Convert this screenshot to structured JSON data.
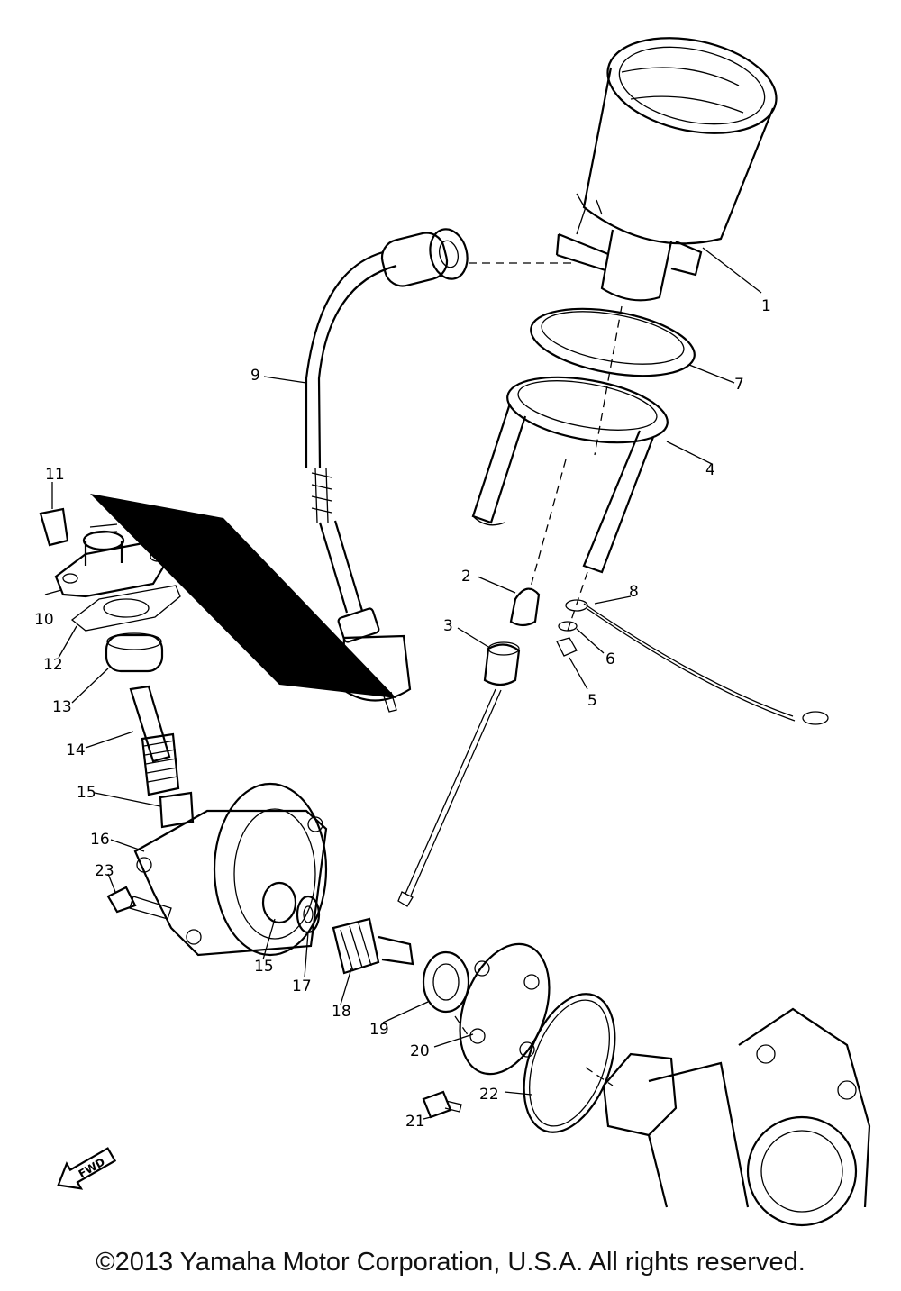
{
  "callouts": {
    "c1": "1",
    "c2": "2",
    "c3": "3",
    "c4": "4",
    "c5": "5",
    "c6": "6",
    "c7": "7",
    "c8": "8",
    "c9": "9",
    "c10": "10",
    "c11": "11",
    "c12": "12",
    "c13": "13",
    "c14": "14",
    "c15a": "15",
    "c15b": "15",
    "c16": "16",
    "c17": "17",
    "c18": "18",
    "c19": "19",
    "c20": "20",
    "c21": "21",
    "c22": "22",
    "c23": "23"
  },
  "fwd_label": "FWD",
  "copyright": "©2013 Yamaha Motor Corporation, U.S.A. All rights reserved."
}
